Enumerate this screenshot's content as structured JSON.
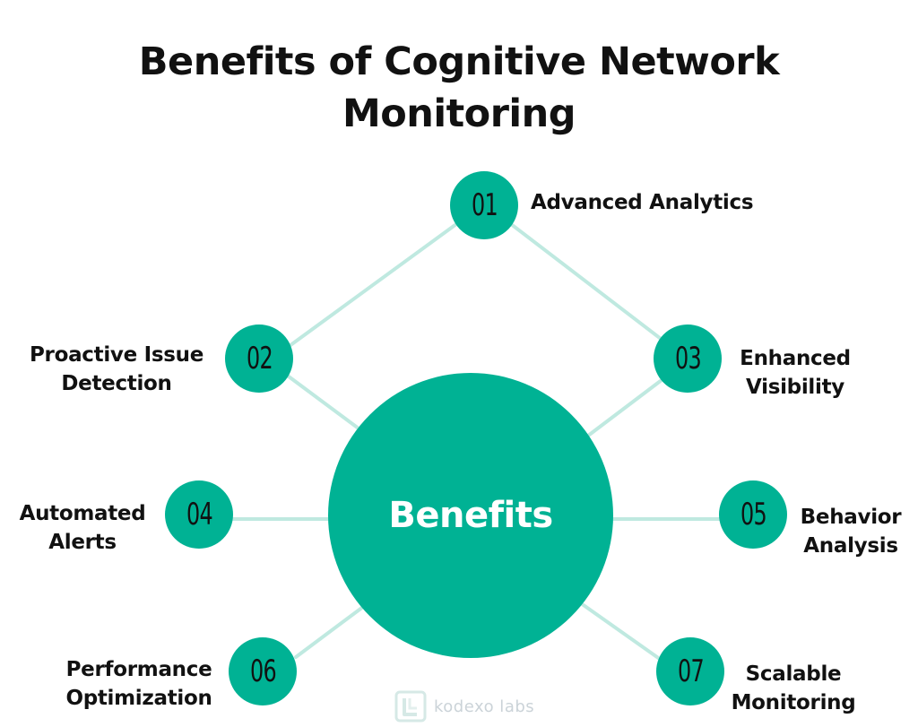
{
  "title": {
    "line1": "Benefits of Cognitive Network",
    "line2": "Monitoring"
  },
  "center": {
    "label": "Benefits"
  },
  "nodes": [
    {
      "number": "01",
      "label_lines": [
        "Advanced Analytics"
      ]
    },
    {
      "number": "02",
      "label_lines": [
        "Proactive Issue",
        "Detection"
      ]
    },
    {
      "number": "03",
      "label_lines": [
        "Enhanced",
        "Visibility"
      ]
    },
    {
      "number": "04",
      "label_lines": [
        "Automated",
        "Alerts"
      ]
    },
    {
      "number": "05",
      "label_lines": [
        "Behavior",
        "Analysis"
      ]
    },
    {
      "number": "06",
      "label_lines": [
        "Performance",
        "Optimization"
      ]
    },
    {
      "number": "07",
      "label_lines": [
        "Scalable",
        "Monitoring"
      ]
    }
  ],
  "logo": {
    "text": "kodexo labs",
    "icon": "kodexo-logo-icon"
  },
  "colors": {
    "accent": "#00b294",
    "connector": "#bfe9e0",
    "text": "#111111",
    "logo": "#cbd3d8"
  }
}
